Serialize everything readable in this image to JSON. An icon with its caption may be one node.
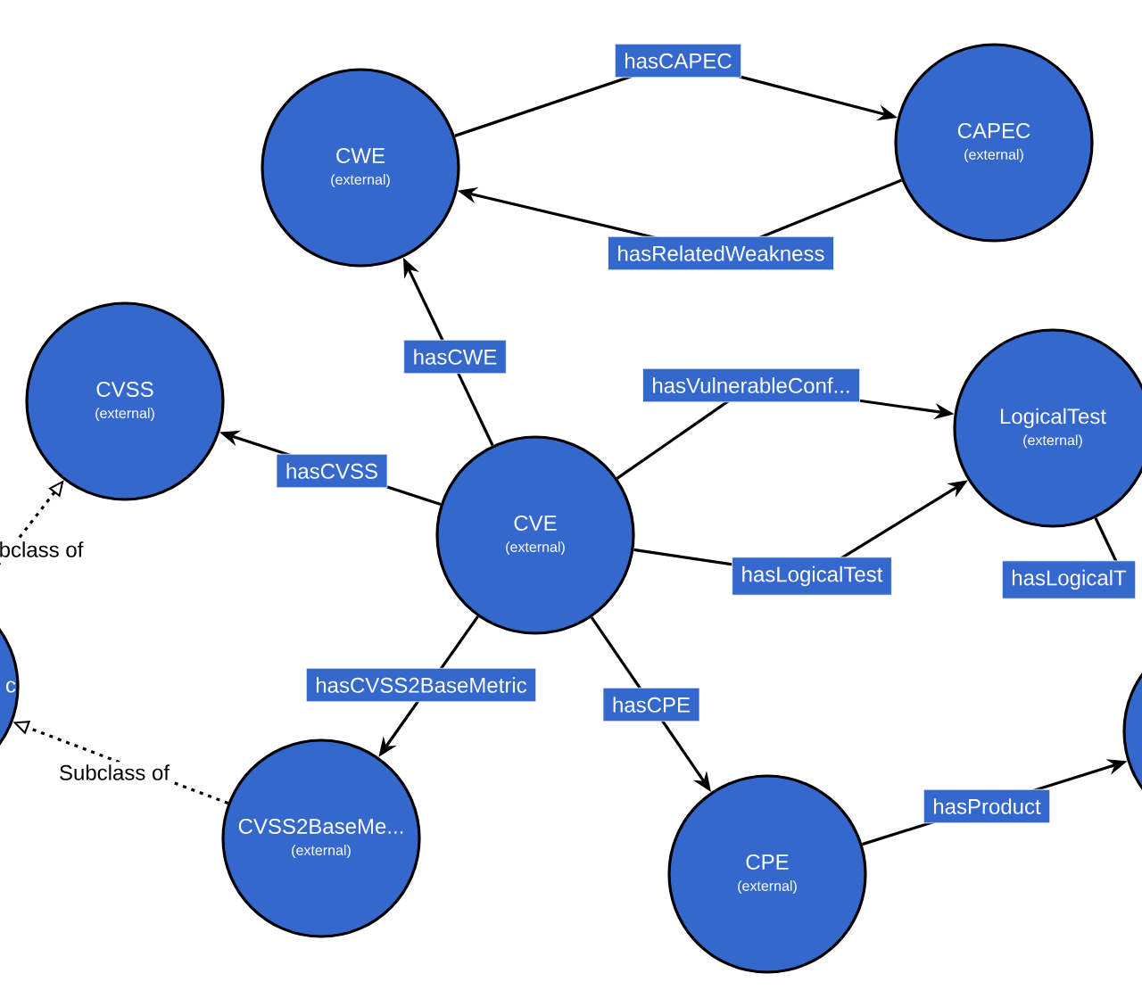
{
  "diagram": {
    "nodes": [
      {
        "text": [
          "CWE",
          "(external)"
        ]
      },
      {
        "text": [
          "CAPEC",
          "(external)"
        ]
      },
      {
        "text": [
          "CVSS",
          "(external)"
        ]
      },
      {
        "text": [
          "LogicalTest",
          "(external)"
        ]
      },
      {
        "text": [
          "CVE",
          "(external)"
        ]
      },
      {
        "text": [
          "c"
        ]
      },
      {
        "text": [
          "CVSS2BaseMe...",
          "(external)"
        ]
      },
      {
        "text": [
          "CPE",
          "(external)"
        ]
      },
      {
        "text": [],
        "shape": "circle"
      }
    ],
    "edges": [
      {
        "from": 0,
        "to": 1,
        "arrow": "to",
        "label": "hasCAPEC"
      },
      {
        "from": 1,
        "to": 0,
        "arrow": "to",
        "label": "hasRelatedWeakness"
      },
      {
        "from": 4,
        "to": 0,
        "arrow": "to",
        "label": "hasCWE"
      },
      {
        "from": 4,
        "to": 2,
        "arrow": "to",
        "label": "hasCVSS"
      },
      {
        "from": 4,
        "to": 3,
        "arrow": "to",
        "label": "hasVulnerableConf..."
      },
      {
        "from": 4,
        "to": 3,
        "arrow": "to",
        "label": "hasLogicalTest"
      },
      {
        "from": 4,
        "to": 6,
        "arrow": "to",
        "label": "hasCVSS2BaseMetric"
      },
      {
        "from": 4,
        "to": 7,
        "arrow": "to",
        "label": "hasCPE"
      },
      {
        "from": 7,
        "to": 8,
        "arrow": "to",
        "label": "hasProduct"
      },
      {
        "from": 3,
        "to": null,
        "arrow": "none",
        "label": "hasLogicalT"
      },
      {
        "from": 6,
        "to": 5,
        "arrow": "to",
        "label": "Subclass of",
        "style": "dashed"
      },
      {
        "from": 5,
        "to": 2,
        "arrow": "to",
        "label": "bclass of",
        "style": "dashed"
      }
    ]
  }
}
